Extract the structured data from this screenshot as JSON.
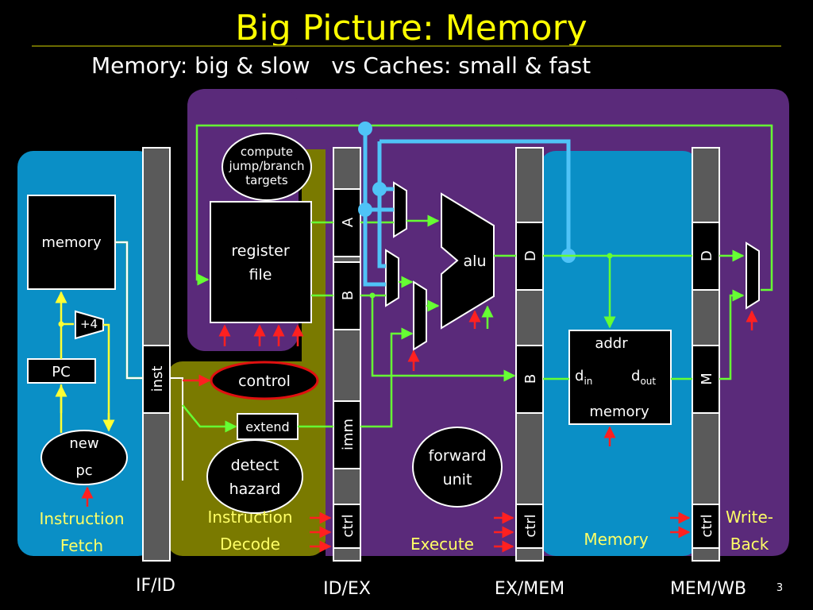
{
  "title": "Big Picture: Memory",
  "subtitle": "Memory: big & slow   vs Caches: small & fast",
  "page_number": "3",
  "stages": {
    "fetch_1": "Instruction",
    "fetch_2": "Fetch",
    "decode_1": "Instruction",
    "decode_2": "Decode",
    "execute": "Execute",
    "memory": "Memory",
    "writeback_1": "Write-",
    "writeback_2": "Back"
  },
  "registers": {
    "if_id": "IF/ID",
    "id_ex": "ID/EX",
    "ex_mem": "EX/MEM",
    "mem_wb": "MEM/WB"
  },
  "labels": {
    "inst": "inst",
    "a": "A",
    "b": "B",
    "imm": "imm",
    "ctrl": "ctrl",
    "d": "D",
    "m": "M"
  },
  "blocks": {
    "memory": "memory",
    "pc": "PC",
    "plus4": "+4",
    "new_pc_1": "new",
    "new_pc_2": "pc",
    "compute_1": "compute",
    "compute_2": "jump/branch",
    "compute_3": "targets",
    "register_1": "register",
    "register_2": "file",
    "control": "control",
    "extend": "extend",
    "detect_1": "detect",
    "detect_2": "hazard",
    "alu": "alu",
    "forward_1": "forward",
    "forward_2": "unit",
    "addr": "addr",
    "din": "d",
    "din_sub": "in",
    "dout": "d",
    "dout_sub": "out",
    "data_memory": "memory"
  },
  "colors": {
    "background": "#000000",
    "title": "#FFFF00",
    "fetch_panel": "#0A8FC6",
    "decode_panel": "#7A7A00",
    "execute_panel": "#5A2A7A",
    "memory_panel": "#0A8FC6",
    "register_bar": "#5A5A5A",
    "wire_green": "#66FF33",
    "wire_blue": "#4FC3F7",
    "wire_yellow": "#FFFF33",
    "arrow_red": "#FF2020"
  }
}
